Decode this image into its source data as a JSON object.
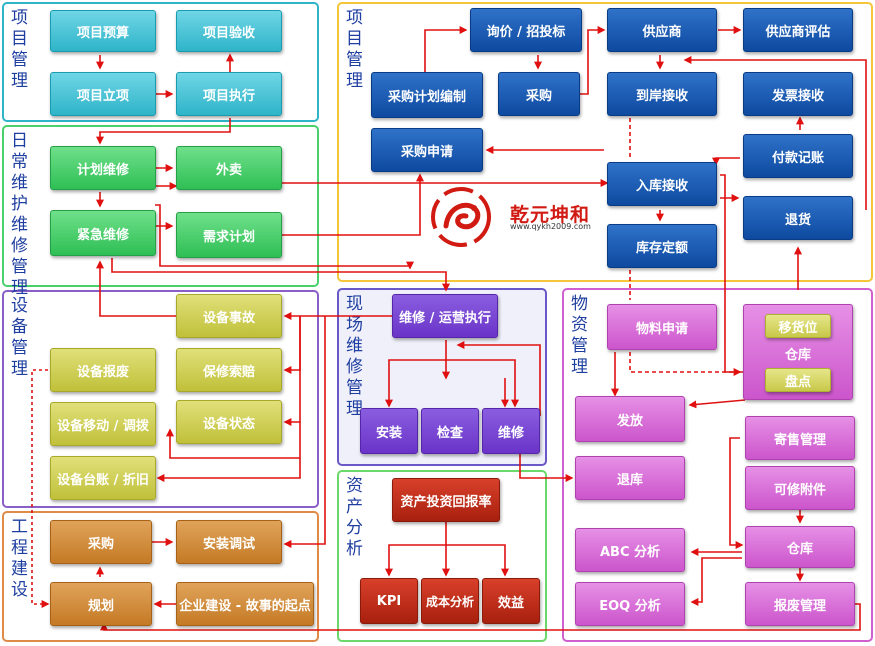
{
  "sections": {
    "project": "项目管理",
    "daily": "日常维护维修管理",
    "equipment": "设备管理",
    "engineering": "工程建设",
    "procurement": "项目管理",
    "field": "现场维修管理",
    "asset": "资产分析",
    "material": "物资管理"
  },
  "boxes": {
    "budget": "项目预算",
    "acceptance": "项目验收",
    "approval": "项目立项",
    "execution": "项目执行",
    "plan_maint": "计划维修",
    "sell_out": "外卖",
    "urgent_maint": "紧急维修",
    "demand_plan": "需求计划",
    "accident": "设备事故",
    "scrap_equip": "设备报废",
    "warranty": "保修索赔",
    "move": "设备移动 / 调拨",
    "status": "设备状态",
    "ledger": "设备台账 / 折旧",
    "eng_purchase": "采购",
    "install_debug": "安装调试",
    "eng_plan": "规划",
    "enterprise": "企业建设 - 故事的起点",
    "inquiry": "询价 / 招投标",
    "supplier": "供应商",
    "supplier_eval": "供应商评估",
    "purchase_plan": "采购计划编制",
    "purchase": "采购",
    "arrival": "到岸接收",
    "invoice": "发票接收",
    "purchase_req": "采购申请",
    "payment": "付款记账",
    "stock_in": "入库接收",
    "return_goods": "退货",
    "inventory_quota": "库存定额",
    "field_exec": "维修 / 运营执行",
    "install": "安装",
    "inspect": "检查",
    "repair": "维修",
    "roi": "资产投资回报率",
    "kpi": "KPI",
    "cost": "成本分析",
    "benefit": "效益",
    "mat_req": "物料申请",
    "relocate": "移货位",
    "warehouse_main": "仓库",
    "stocktake": "盘点",
    "issue": "发放",
    "consign": "寄售管理",
    "return_stock": "退库",
    "repairable": "可修附件",
    "abc": "ABC 分析",
    "warehouse2": "仓库",
    "eoq": "EOQ 分析",
    "scrap_mgmt": "报废管理"
  },
  "logo": {
    "name": "乾元坤和",
    "url": "www.qykh2009.com"
  },
  "colors": {
    "project": "#2fb4c8",
    "daily": "#4bd06e",
    "equipment": "#8a5ec8",
    "engineering": "#e08a48",
    "procurement": "#f5c53a",
    "field": "#6a58c8",
    "asset": "#6ad86a",
    "material": "#d060d0",
    "arrow": "#e01010"
  }
}
